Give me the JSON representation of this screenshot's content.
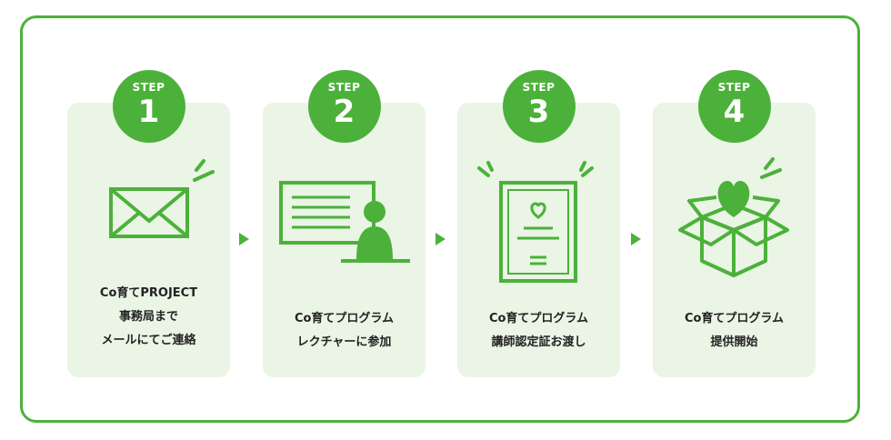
{
  "colors": {
    "accent": "#4cb13a",
    "card_bg": "#eaf5e6"
  },
  "steps": [
    {
      "word": "STEP",
      "number": "1",
      "icon": "envelope-icon",
      "lines": [
        "Co育てPROJECT",
        "事務局まで",
        "メールにてご連絡"
      ]
    },
    {
      "word": "STEP",
      "number": "2",
      "icon": "lecture-icon",
      "lines": [
        "Co育てプログラム",
        "レクチャーに参加"
      ]
    },
    {
      "word": "STEP",
      "number": "3",
      "icon": "certificate-icon",
      "lines": [
        "Co育てプログラム",
        "講師認定証お渡し"
      ]
    },
    {
      "word": "STEP",
      "number": "4",
      "icon": "gift-box-heart-icon",
      "lines": [
        "Co育てプログラム",
        "提供開始"
      ]
    }
  ]
}
